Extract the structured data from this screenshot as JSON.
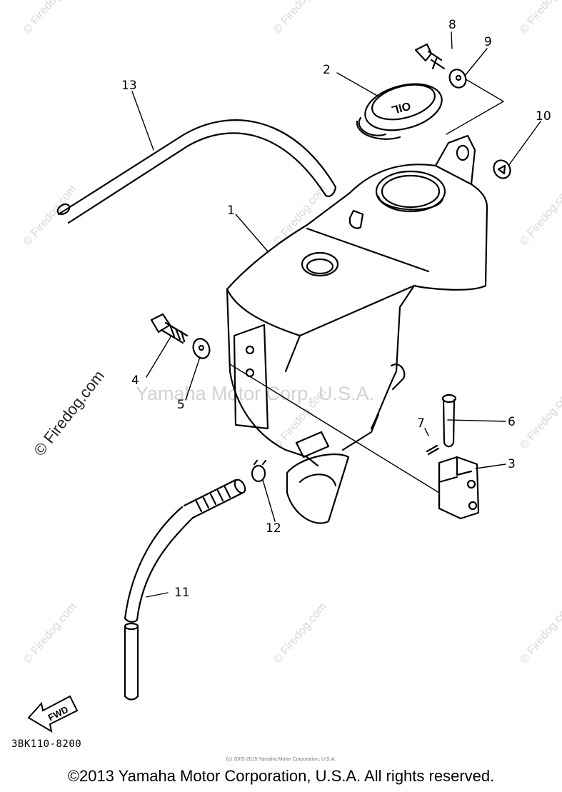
{
  "diagram": {
    "callouts": [
      "1",
      "2",
      "3",
      "4",
      "5",
      "6",
      "7",
      "8",
      "9",
      "10",
      "11",
      "12",
      "13"
    ],
    "center_watermark": "Yamaha Motor Corp, U.S.A.",
    "site_watermark": "© Firedog.com",
    "fwd_label": "FWD",
    "cap_marking": "OIL",
    "part_code": "3BK110-8200",
    "small_copyright": "(c) 2005-2015 Yamaha Motor Corporation, U.S.A.",
    "copyright": "©2013 Yamaha Motor Corporation, U.S.A. All rights reserved."
  }
}
